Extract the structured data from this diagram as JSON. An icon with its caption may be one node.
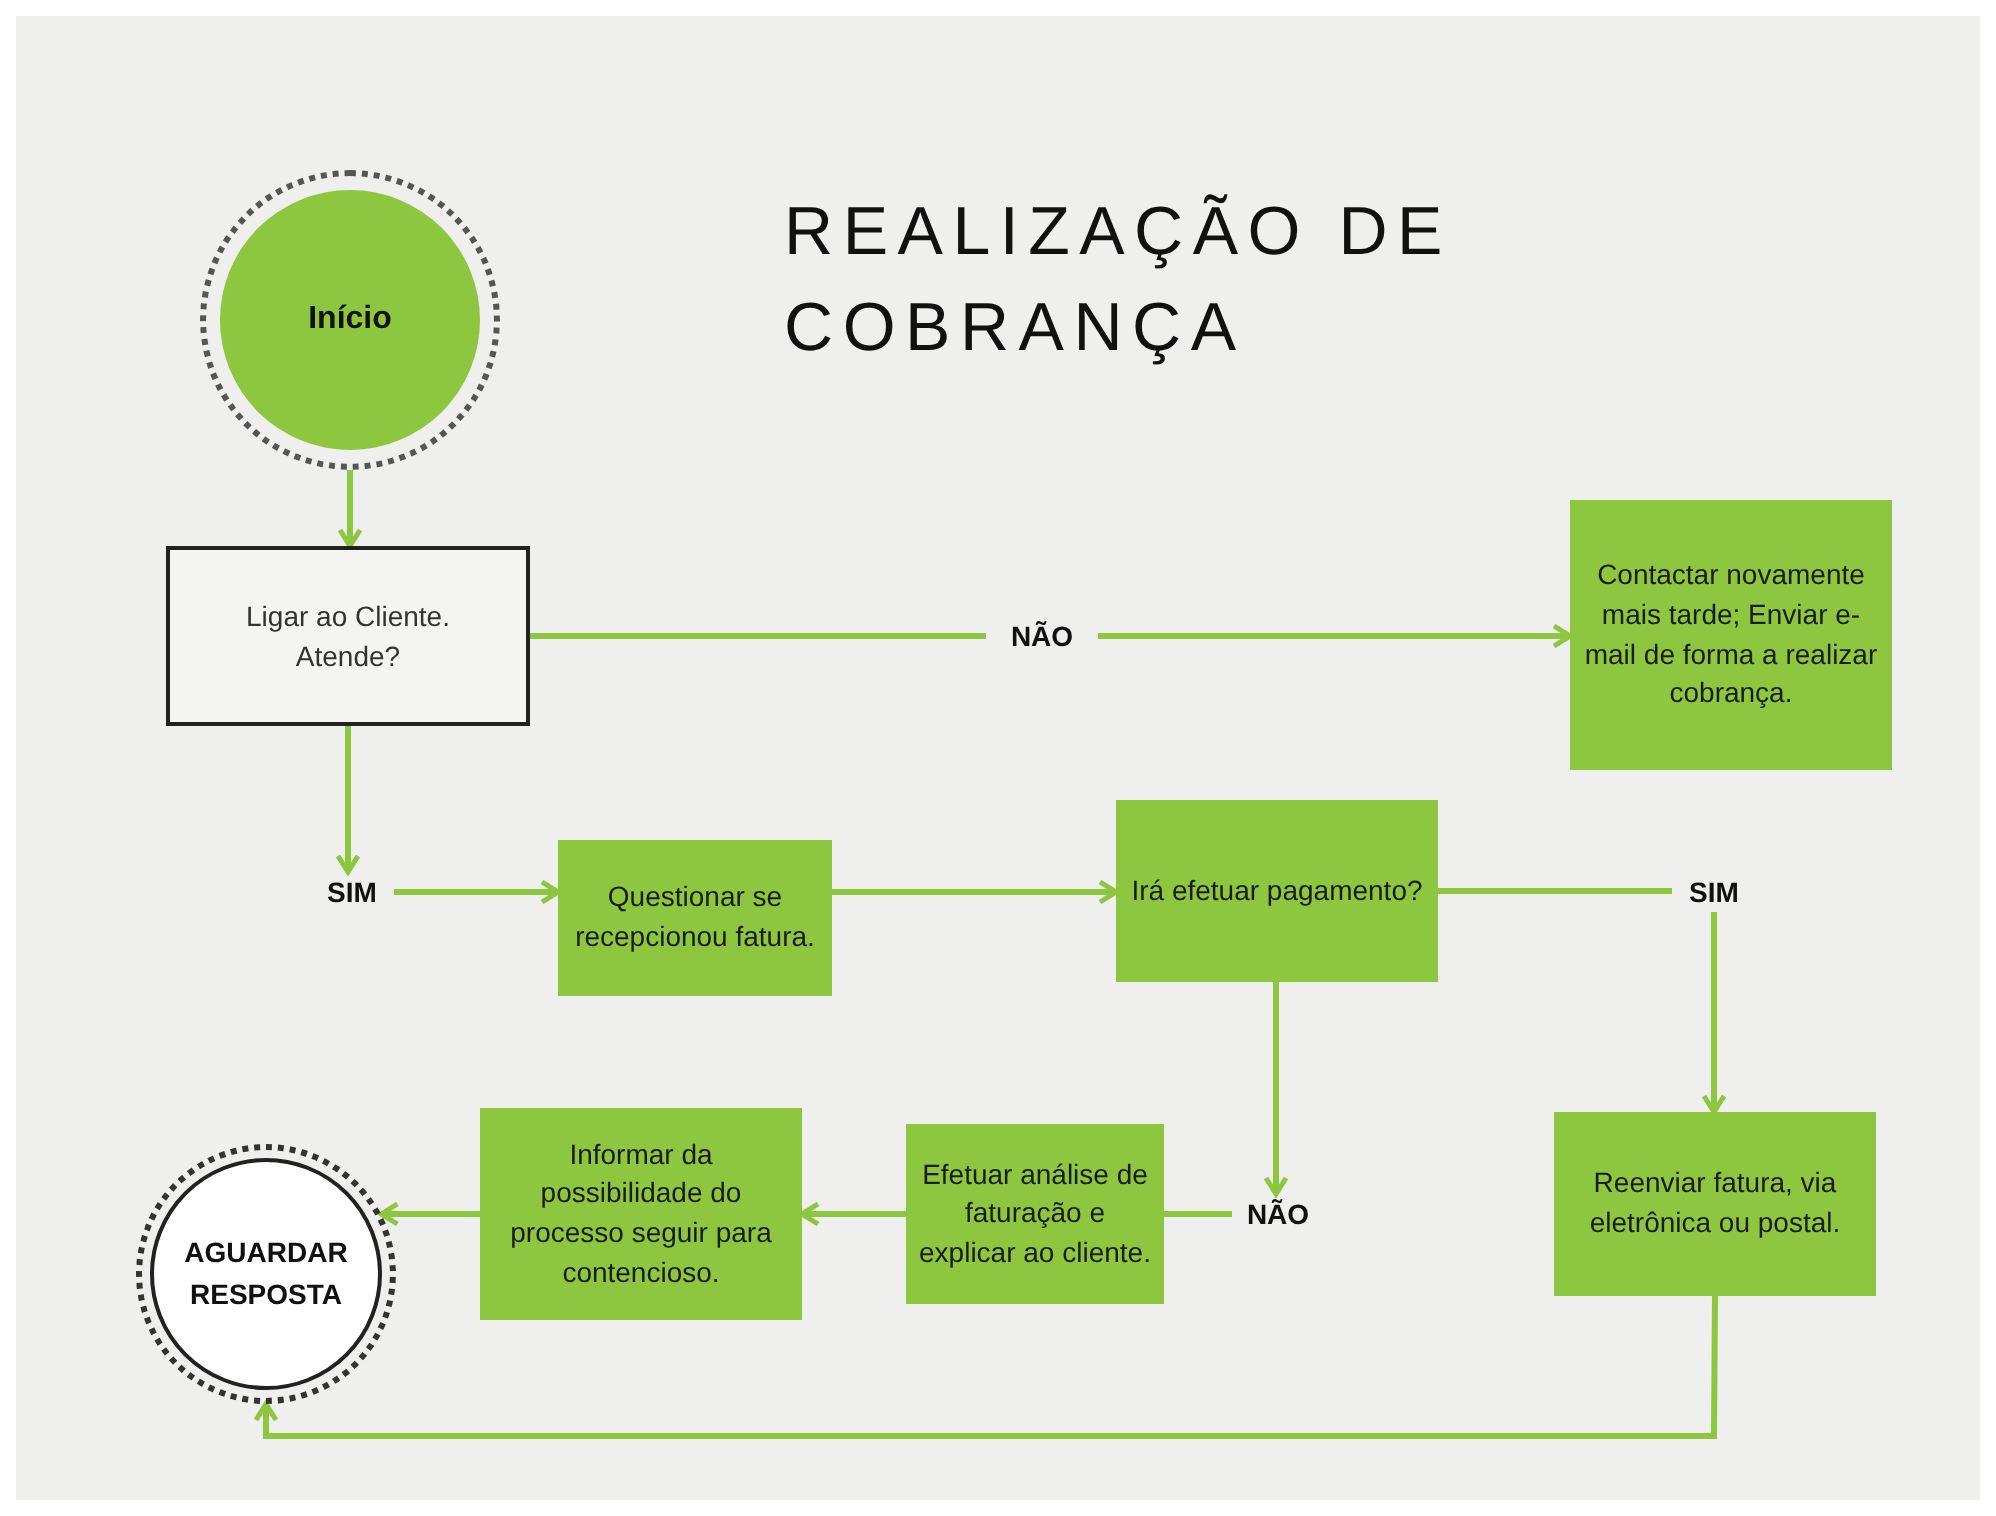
{
  "diagram": {
    "title": "REALIZAÇÃO DE COBRANÇA",
    "nodes": [
      {
        "text": [
          "Início"
        ]
      },
      {
        "text": [
          "Ligar ao Cliente. Atende?"
        ]
      },
      {
        "text": [
          "NÃO"
        ]
      },
      {
        "text": [
          "Contactar novamente mais tarde; Enviar e-mail de forma a realizar cobrança."
        ]
      },
      {
        "text": [
          "SIM"
        ]
      },
      {
        "text": [
          "Questionar se recepcionou fatura."
        ]
      },
      {
        "text": [
          "Irá efetuar pagamento?"
        ]
      },
      {
        "text": [
          "SIM"
        ]
      },
      {
        "text": [
          "NÃO"
        ]
      },
      {
        "text": [
          "Efetuar análise de faturação e explicar ao cliente."
        ]
      },
      {
        "text": [
          "Informar da possibilidade do processo seguir para contencioso."
        ]
      },
      {
        "text": [
          "Reenviar fatura, via eletrônica ou postal."
        ]
      },
      {
        "text": [
          "AGUARDAR RESPOSTA"
        ]
      }
    ],
    "edges": [
      {
        "from": 0,
        "to": 1,
        "arrow": "to"
      },
      {
        "from": 1,
        "to": 2,
        "arrow": "none"
      },
      {
        "from": 2,
        "to": 3,
        "arrow": "to"
      },
      {
        "from": 1,
        "to": 4,
        "arrow": "to"
      },
      {
        "from": 4,
        "to": 5,
        "arrow": "to"
      },
      {
        "from": 5,
        "to": 6,
        "arrow": "to"
      },
      {
        "from": 6,
        "to": 7,
        "arrow": "none"
      },
      {
        "from": 7,
        "to": 11,
        "arrow": "to"
      },
      {
        "from": 6,
        "to": 8,
        "arrow": "to"
      },
      {
        "from": 8,
        "to": 9,
        "arrow": "none"
      },
      {
        "from": 9,
        "to": 10,
        "arrow": "to"
      },
      {
        "from": 10,
        "to": 12,
        "arrow": "to"
      },
      {
        "from": 11,
        "to": 12,
        "arrow": "to"
      }
    ]
  }
}
